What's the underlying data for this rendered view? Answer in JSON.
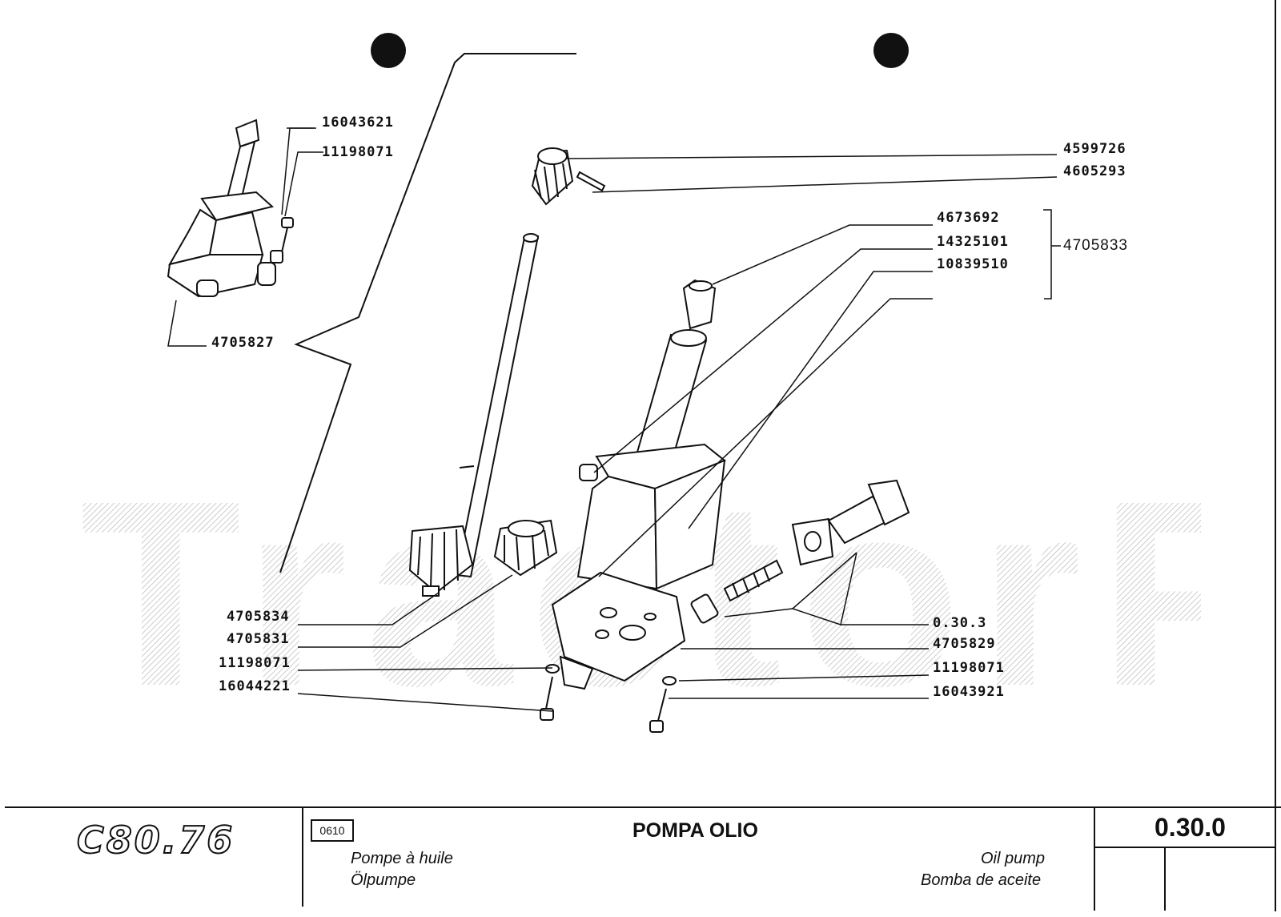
{
  "labels": {
    "p16043621_top": "16043621",
    "p11198071_top": "11198071",
    "p4705827": "4705827",
    "p4599726": "4599726",
    "p4605293": "4605293",
    "p4673692": "4673692",
    "p14325101": "14325101",
    "p10839510": "10839510",
    "p4705833": "4705833",
    "p4705834": "4705834",
    "p4705831": "4705831",
    "p11198071_left": "11198071",
    "p16044221": "16044221",
    "p0_30_3": "0.30.3",
    "p4705829": "4705829",
    "p11198071_right": "11198071",
    "p16043921": "16043921"
  },
  "title_block": {
    "model": "C80.76",
    "code": "0610",
    "title_it": "POMPA OLIO",
    "title_fr": "Pompe à huile",
    "title_de": "Ölpumpe",
    "title_en": "Oil pump",
    "title_es": "Bomba de aceite",
    "table_number": "0.30.0"
  }
}
